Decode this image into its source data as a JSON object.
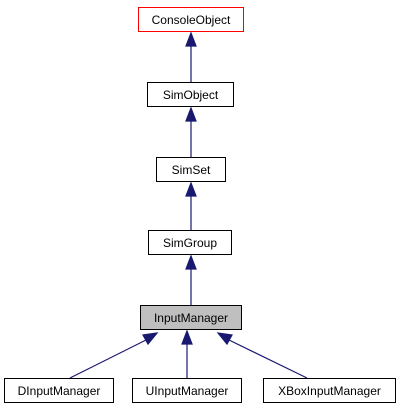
{
  "nodes": {
    "console_object": "ConsoleObject",
    "sim_object": "SimObject",
    "sim_set": "SimSet",
    "sim_group": "SimGroup",
    "input_manager": "InputManager",
    "dinput_manager": "DInputManager",
    "uinput_manager": "UInputManager",
    "xbox_input_manager": "XBoxInputManager"
  },
  "colors": {
    "edge": "#191970",
    "highlight_border": "#ff0000",
    "current_fill": "#bfbfbf"
  }
}
